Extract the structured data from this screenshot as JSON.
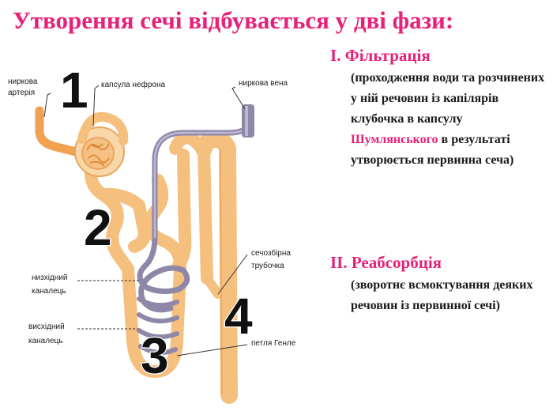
{
  "title": "Утворення  сечі відбувається у дві фази:",
  "diagram": {
    "labels": {
      "renal_artery_1": "ниркова",
      "renal_artery_2": "артерія",
      "capsule": "капсула нефрона",
      "renal_vein": "ниркова вена",
      "descending_1": "низхідний",
      "descending_2": "каналець",
      "ascending_1": "висхідний",
      "ascending_2": "каналець",
      "collecting_1": "сечозбірна",
      "collecting_2": "трубочка",
      "henle": "петля Генле"
    },
    "numbers": [
      "1",
      "2",
      "3",
      "4"
    ],
    "colors": {
      "tubule": "#f5bf7e",
      "vein": "#8e87a8",
      "artery": "#f0a250"
    }
  },
  "phases": [
    {
      "heading": "І. Фільтрація",
      "text_before": "(проходження води та розчинених у ній речовин із капілярів клубочка в капсулу ",
      "highlight": "Шумлянського",
      "text_after": " в результаті утворюється первинна сеча)"
    },
    {
      "heading": "ІІ. Реабсорбція",
      "text": "(зворотнє всмоктування деяких речовин із первинної сечі)"
    }
  ],
  "accent_color": "#e8207a"
}
